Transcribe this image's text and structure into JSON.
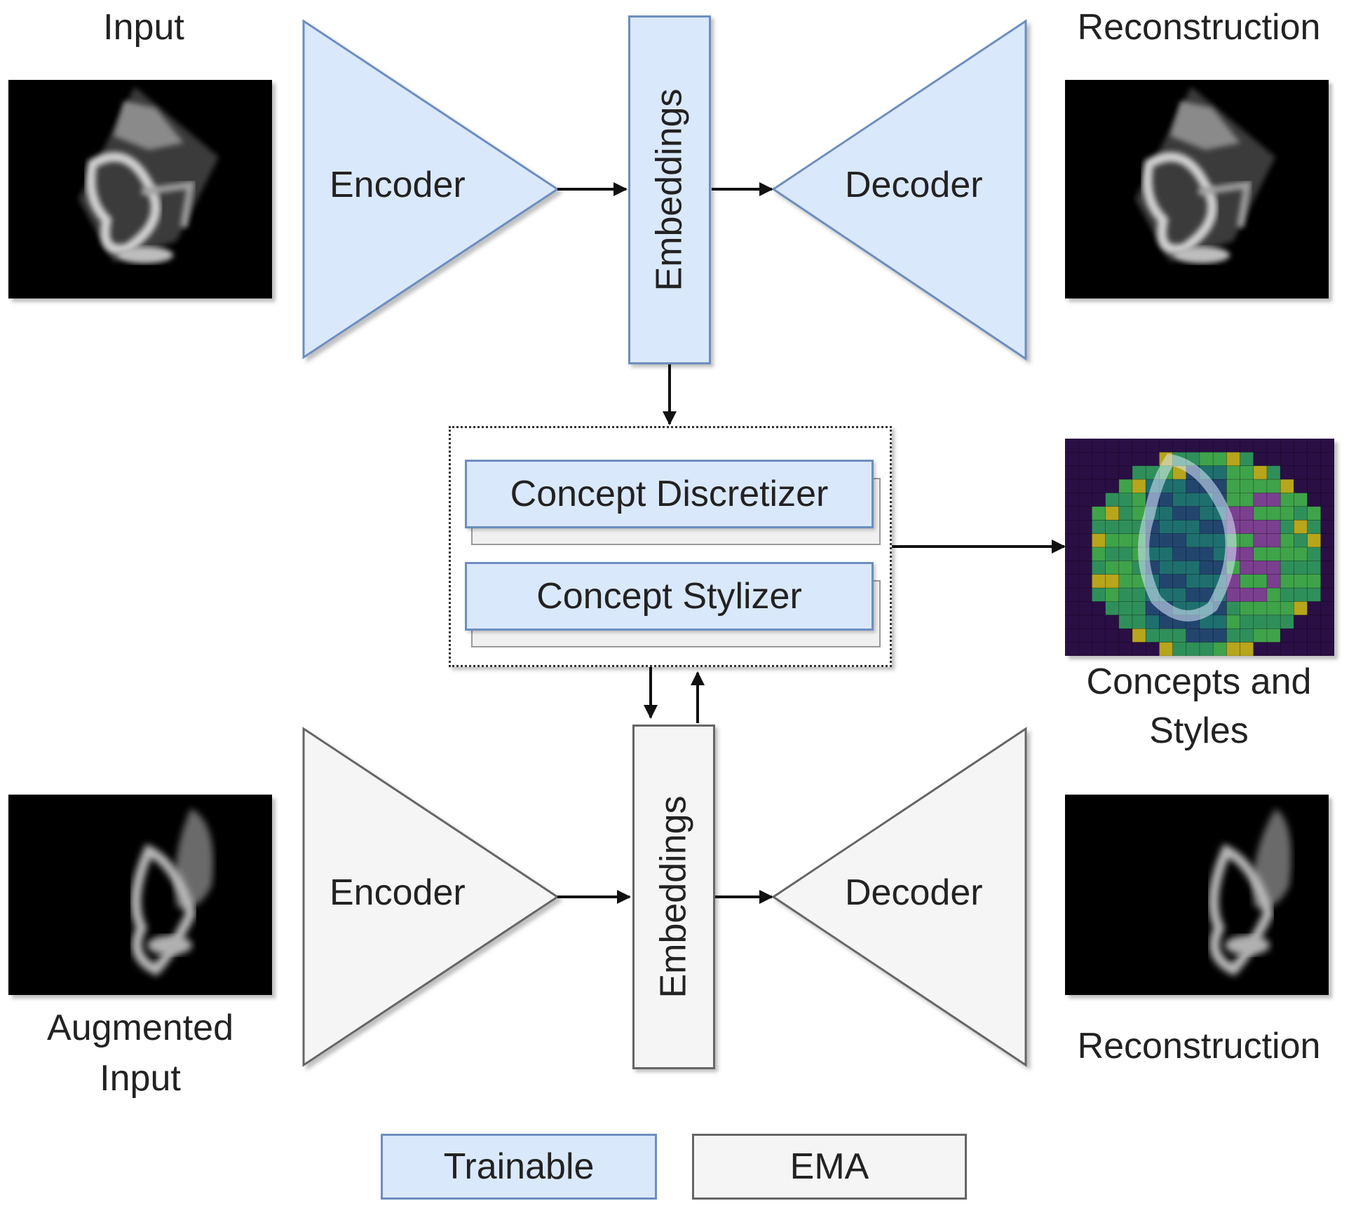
{
  "labels": {
    "input": "Input",
    "reconstruction_top": "Reconstruction",
    "augmented_input_line1": "Augmented",
    "augmented_input_line2": "Input",
    "reconstruction_bottom": "Reconstruction",
    "concepts_line1": "Concepts and",
    "concepts_line2": "Styles"
  },
  "top_branch": {
    "encoder": "Encoder",
    "embeddings": "Embeddings",
    "decoder": "Decoder"
  },
  "bottom_branch": {
    "encoder": "Encoder",
    "embeddings": "Embeddings",
    "decoder": "Decoder"
  },
  "concept_module": {
    "discretizer": "Concept Discretizer",
    "stylizer": "Concept Stylizer"
  },
  "legend": {
    "trainable": "Trainable",
    "ema": "EMA"
  },
  "colors": {
    "trainable_fill": "#dae8fc",
    "trainable_stroke": "#6c8ebf",
    "ema_fill": "#f5f5f5",
    "ema_stroke": "#666666"
  }
}
